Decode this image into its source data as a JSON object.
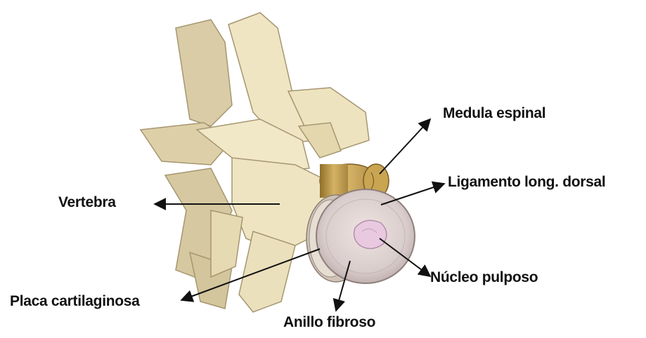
{
  "diagram": {
    "labels": {
      "medula": "Medula espinal",
      "ligamento": "Ligamento long. dorsal",
      "vertebra": "Vertebra",
      "placa": "Placa cartilaginosa",
      "nucleo": "Núcleo pulposo",
      "anillo": "Anillo fibroso"
    },
    "colors": {
      "bone": "#efe5c3",
      "bone_shadow": "#c9b98c",
      "bone_outline": "#a69670",
      "cord": "#c9a552",
      "disc": "#ddd2d2",
      "nucleus": "#e8c6de",
      "arrow": "#111111"
    }
  }
}
